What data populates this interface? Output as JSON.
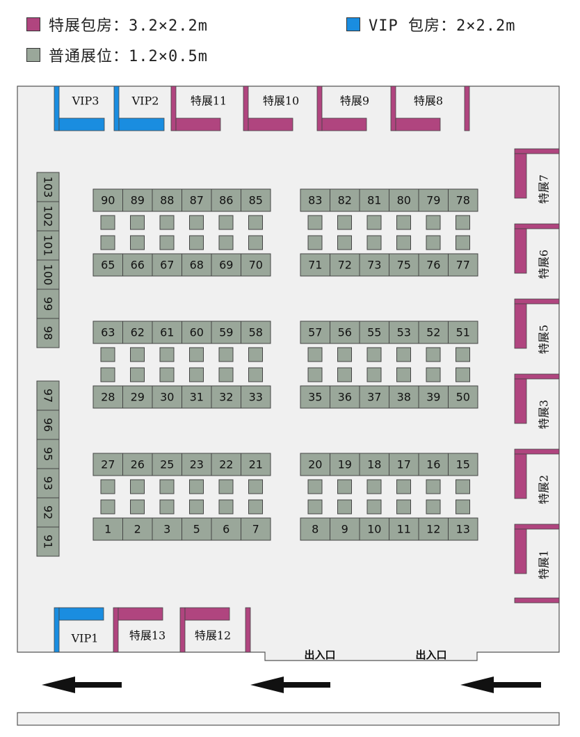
{
  "colors": {
    "special": "#b0457f",
    "vip": "#1a8de0",
    "normal": "#9aa79a",
    "hall_bg": "#f0f0f0",
    "border": "#555555",
    "arrow": "#111111"
  },
  "legend": {
    "special": "特展包房：3.2×2.2m",
    "vip": "VIP 包房：2×2.2m",
    "normal": "普通展位：1.2×0.5m"
  },
  "vip_rooms": [
    "VIP3",
    "VIP2",
    "VIP1"
  ],
  "special_rooms": [
    "特展11",
    "特展10",
    "特展9",
    "特展8",
    "特展7",
    "特展6",
    "特展5",
    "特展3",
    "特展2",
    "特展1",
    "特展13",
    "特展12"
  ],
  "exits": [
    "出入口",
    "出入口"
  ],
  "left_wall_upper": [
    "103",
    "102",
    "101",
    "100",
    "99",
    "98"
  ],
  "left_wall_lower": [
    "97",
    "96",
    "95",
    "93",
    "92",
    "91"
  ],
  "blocks": [
    {
      "top": [
        "90",
        "89",
        "88",
        "87",
        "86",
        "85"
      ],
      "bottom": [
        "65",
        "66",
        "67",
        "68",
        "69",
        "70"
      ]
    },
    {
      "top": [
        "83",
        "82",
        "81",
        "80",
        "79",
        "78"
      ],
      "bottom": [
        "71",
        "72",
        "73",
        "75",
        "76",
        "77"
      ]
    },
    {
      "top": [
        "63",
        "62",
        "61",
        "60",
        "59",
        "58"
      ],
      "bottom": [
        "28",
        "29",
        "30",
        "31",
        "32",
        "33"
      ]
    },
    {
      "top": [
        "57",
        "56",
        "55",
        "53",
        "52",
        "51"
      ],
      "bottom": [
        "35",
        "36",
        "37",
        "38",
        "39",
        "50"
      ]
    },
    {
      "top": [
        "27",
        "26",
        "25",
        "23",
        "22",
        "21"
      ],
      "bottom": [
        "1",
        "2",
        "3",
        "5",
        "6",
        "7"
      ]
    },
    {
      "top": [
        "20",
        "19",
        "18",
        "17",
        "16",
        "15"
      ],
      "bottom": [
        "8",
        "9",
        "10",
        "11",
        "12",
        "13"
      ]
    }
  ]
}
